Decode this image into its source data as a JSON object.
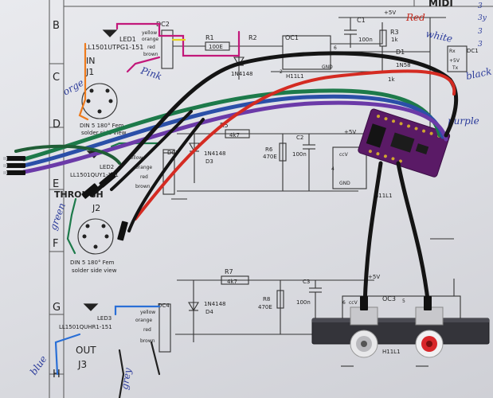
{
  "schematic": {
    "title": "MIDI",
    "row_labels": [
      "B",
      "C",
      "D",
      "E",
      "F",
      "G",
      "H"
    ],
    "labels": {
      "j1_in": "IN",
      "j1": "J1",
      "j2_through": "THROUGH",
      "j2": "J2",
      "j3_out": "OUT",
      "j3": "J3",
      "din_top_1": "DIN 5 180° Fem",
      "din_top_2": "solder side view",
      "din_mid_1": "DIN 5 180° Fem",
      "din_mid_2": "solder side view",
      "led1": "LED1",
      "led1_part": "LL1501UTPG1-151",
      "led2": "LED2",
      "led2_part": "LL1501QUY1-151",
      "led3": "LED3",
      "led3_part": "LL1501QUHR1-151",
      "dc2": "DC2",
      "dc3": "DC3",
      "dc4": "DC4",
      "dc1": "DC1",
      "oc1": "OC1",
      "oc3": "OC3",
      "r1": "R1",
      "r1_val": "100E",
      "r2": "R2",
      "r3": "R3",
      "r3_val": "1k",
      "r_1k": "1k",
      "r5": "R5",
      "r5_val": "4k7",
      "r6": "R6",
      "r6_val": "470E",
      "r7": "R7",
      "r7_val": "4k7",
      "r8": "R8",
      "r8_val": "470E",
      "c1": "C1",
      "c1_val": "100n",
      "c2": "C2",
      "c2_val": "100n",
      "c3": "C3",
      "c3_val": "100n",
      "d1": "D1",
      "d1_part": "1N58",
      "d2_part": "1N4148",
      "d3": "D3",
      "d3_part": "1N4148",
      "d4": "D4",
      "d4_part": "1N4148",
      "h11": "H11L1",
      "h11_b": "H11L1",
      "h11_c": "H11L1",
      "plus5v_1": "+5V",
      "plus5v_2": "+5V",
      "plus5v_3": "+5V",
      "plus5v_4": "+5V",
      "gnd": "GND",
      "gnd_b": "GND",
      "vcc": "ccV",
      "vcc_b": "ccV",
      "rx": "Rx",
      "tx": "Tx",
      "yellow_1": "yellow",
      "orange_1": "orange",
      "red_1": "red",
      "brown_1": "brown",
      "yellow_2": "yellow",
      "orange_2": "orange",
      "red_2": "red",
      "brown_2": "brown",
      "yellow_3": "yellow",
      "orange_3": "orange",
      "red_3": "red",
      "brown_3": "brown",
      "pin1": "1",
      "pin2": "2",
      "pin4": "4",
      "pin5": "5",
      "pin6": "6"
    }
  },
  "handwriting": {
    "red": "Red",
    "white": "white",
    "black": "black",
    "purple": "purple",
    "orange": "orge",
    "pink": "Pink",
    "green": "green",
    "blue": "blue",
    "grey": "grey",
    "corner": [
      "3",
      "3y",
      "3",
      "3"
    ]
  },
  "colors": {
    "wire_black": "#141414",
    "wire_red": "#d42b22",
    "wire_green": "#1d7a4a",
    "wire_purple": "#6b3aa8",
    "wire_blue": "#2a6fd6",
    "wire_orange": "#ee7a1c",
    "wire_pink": "#c2187a",
    "pcb": "#5a1a66",
    "panel": "#333338",
    "ink_blue": "#2a3a9a"
  }
}
